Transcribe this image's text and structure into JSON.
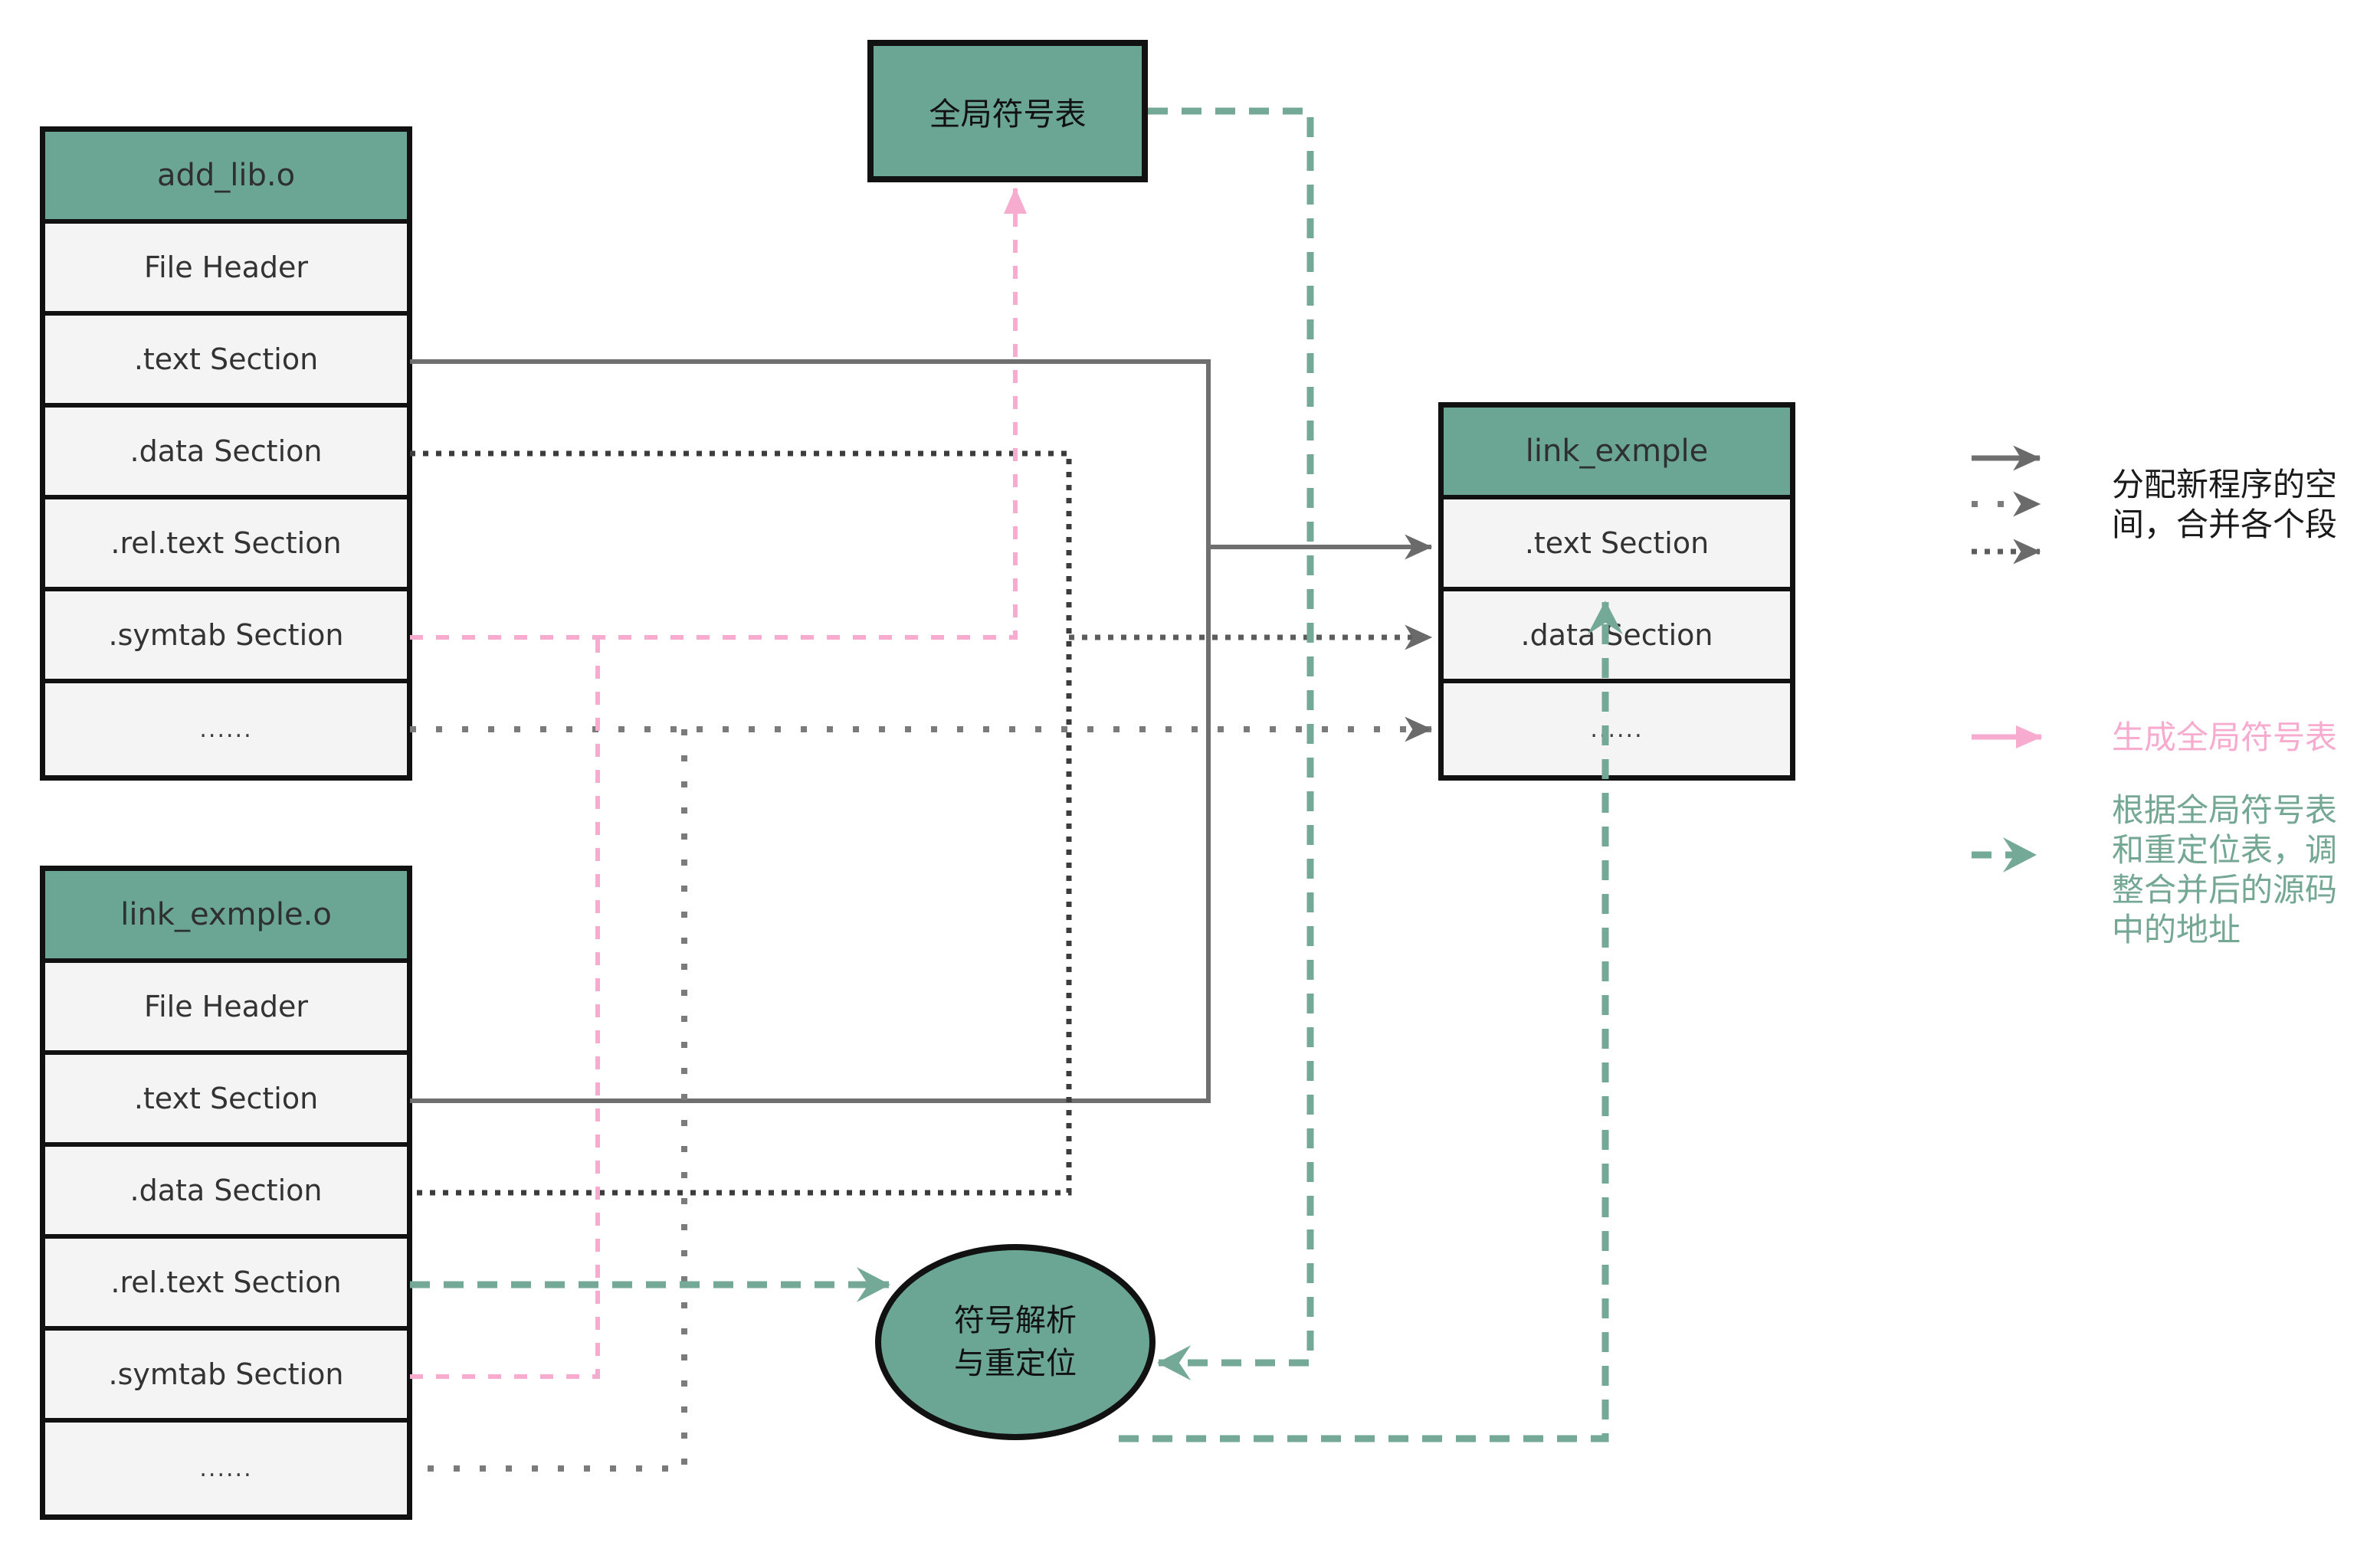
{
  "tables": {
    "add_lib": {
      "title": "add_lib.o",
      "rows": [
        "File Header",
        ".text Section",
        ".data Section",
        ".rel.text Section",
        ".symtab Section",
        "......"
      ]
    },
    "link_exmple_o": {
      "title": "link_exmple.o",
      "rows": [
        "File Header",
        ".text Section",
        ".data Section",
        ".rel.text Section",
        ".symtab Section",
        "......"
      ]
    },
    "link_exmple": {
      "title": "link_exmple",
      "rows": [
        ".text Section",
        ".data Section",
        "......"
      ]
    }
  },
  "nodes": {
    "global_symbol_table": {
      "label": "全局符号表"
    },
    "symbol_resolution": {
      "line1": "符号解析",
      "line2": "与重定位"
    }
  },
  "legend": {
    "merge": {
      "lines": [
        "分配新程序的空",
        "间，合并各个段"
      ]
    },
    "gen": {
      "text": "生成全局符号表"
    },
    "reloc": {
      "lines": [
        "根据全局符号表",
        "和重定位表，调",
        "整合并后的源码",
        "中的地址"
      ]
    }
  },
  "colors": {
    "node_fill_teal": "#6ba695",
    "row_fill": "#f4f4f4",
    "border_black": "#111111",
    "arrow_gray_solid": "#6f6f6f",
    "arrow_dot_dense": "#3c3c3c",
    "arrow_dot_branch": "#5c5c5c",
    "arrow_dot_sparse": "#7b7b7b",
    "arrow_pink": "#f7abce",
    "arrow_teal": "#74a897",
    "legend_text_black": "#1a1a1a",
    "legend_text_pink": "#f7abce",
    "legend_text_teal": "#74a794"
  }
}
